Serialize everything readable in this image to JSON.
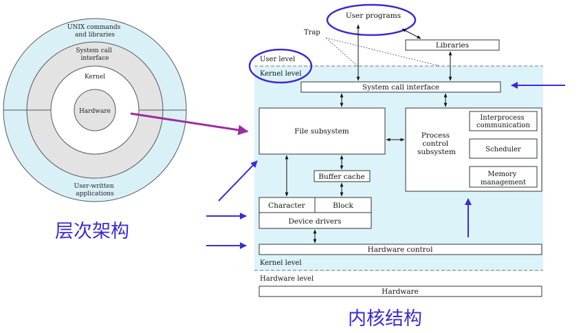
{
  "left_diagram": {
    "outer_ring": "UNIX commands\nand libraries",
    "syscall_ring": "System call\ninterface",
    "kernel_ring": "Kernel",
    "core": "Hardware",
    "bottom_ring": "User-written\napplications"
  },
  "labels": {
    "layered_architecture": "层次架构",
    "kernel_structure": "内核结构"
  },
  "right_diagram": {
    "user_programs": "User programs",
    "trap": "Trap",
    "libraries": "Libraries",
    "user_level": "User level",
    "kernel_level_top": "Kernel level",
    "system_call_interface": "System call interface",
    "file_subsystem": "File subsystem",
    "process_control": "Process\ncontrol\nsubsystem",
    "ipc": "Interprocess\ncommunication",
    "scheduler": "Scheduler",
    "memory_management": "Memory\nmanagement",
    "buffer_cache": "Buffer cache",
    "character": "Character",
    "block": "Block",
    "device_drivers": "Device drivers",
    "hardware_control": "Hardware control",
    "kernel_level_bottom": "Kernel level",
    "hardware_level": "Hardware level",
    "hardware": "Hardware"
  },
  "colors": {
    "kernel_bg": "#ddf3fa",
    "ring_outer": "#d9f0f7",
    "ring_gray": "#e3e3e3",
    "annotation": "#3a2bd4",
    "pointer": "#9b2d9e"
  }
}
